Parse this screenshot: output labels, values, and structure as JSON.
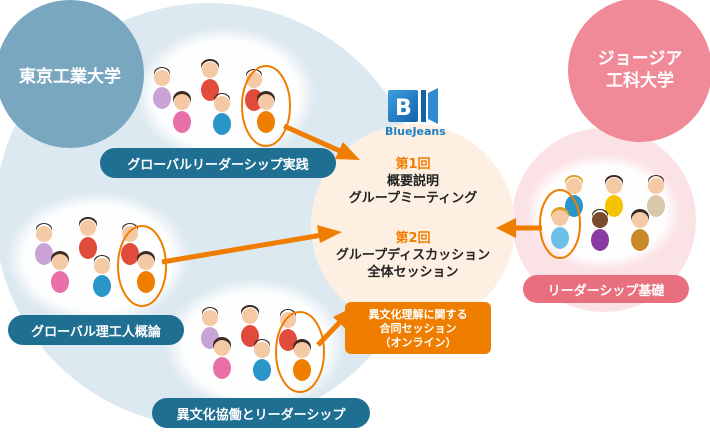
{
  "tokyo": {
    "title_line1": "東京工業大学"
  },
  "georgia": {
    "title_line1": "ジョージア",
    "title_line2": "工科大学"
  },
  "bluejeans": {
    "logo_text": "BlueJeans"
  },
  "center": {
    "session1_label": "第1回",
    "session1_line1": "概要説明",
    "session1_line2": "グループミーティング",
    "session2_label": "第2回",
    "session2_line1": "グループディスカッション",
    "session2_line2": "全体セッション"
  },
  "orange_box": {
    "line1": "異文化理解に関する",
    "line2": "合同セッション",
    "line3": "（オンライン）"
  },
  "labels": {
    "global_leadership_practice": "グローバルリーダーシップ実践",
    "global_science_engineering": "グローバル理工人概論",
    "intercultural_cooperation": "異文化協働とリーダーシップ",
    "leadership_basics": "リーダーシップ基礎"
  },
  "colors": {
    "tokyo_circle": "#7aa7c0",
    "tokyo_region": "#dde9f0",
    "georgia_circle": "#f08a98",
    "georgia_region": "#fbe2e5",
    "center_circle": "#fdf0e2",
    "accent_orange": "#ef7d00",
    "blue_label": "#1f6f93",
    "pink_label": "#e8707e"
  }
}
